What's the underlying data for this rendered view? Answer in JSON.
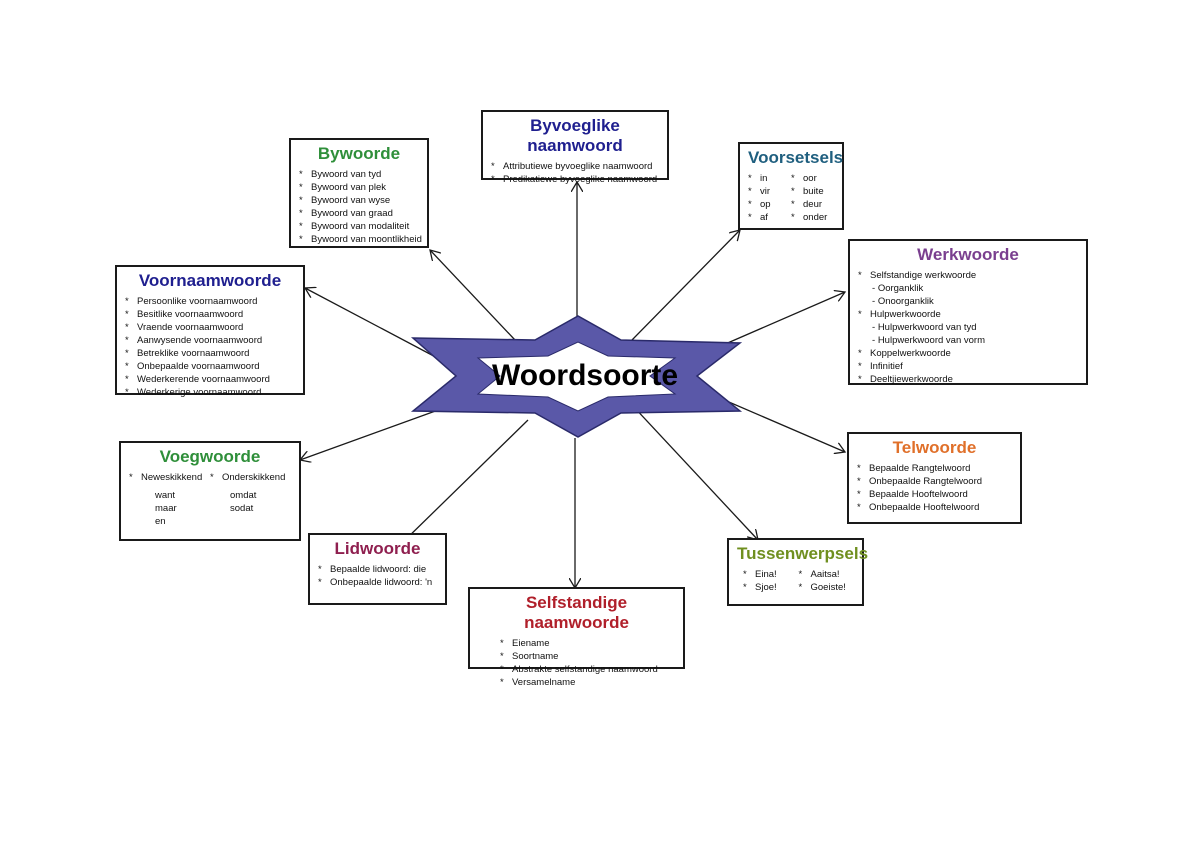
{
  "center": {
    "title": "Woordsoorte",
    "fill": "#5a58a8",
    "inner": "#ffffff"
  },
  "bywoorde": {
    "title": "Bywoorde",
    "color": "#2f8f3a",
    "items": [
      "Bywoord van tyd",
      "Bywoord van plek",
      "Bywoord van wyse",
      "Bywoord van graad",
      "Bywoord van modaliteit",
      "Bywoord van moontlikheid"
    ]
  },
  "byvoeglike": {
    "title": "Byvoeglike naamwoord",
    "color": "#1f1f8f",
    "items": [
      "Attributiewe byvoeglike naamwoord",
      "Predikatiewe byvoeglike naamwoord"
    ]
  },
  "voorsetsels": {
    "title": "Voorsetsels",
    "color": "#1f5f7f",
    "col1": [
      "in",
      "vir",
      "op",
      "af"
    ],
    "col2": [
      "oor",
      "buite",
      "deur",
      "onder"
    ]
  },
  "werkwoorde": {
    "title": "Werkwoorde",
    "color": "#7a3f8f",
    "items": [
      {
        "text": "Selfstandige werkwoorde",
        "sub": false
      },
      {
        "text": "Oorganklik",
        "sub": true
      },
      {
        "text": "Onoorganklik",
        "sub": true
      },
      {
        "text": "Hulpwerkwoorde",
        "sub": false
      },
      {
        "text": "Hulpwerkwoord van tyd",
        "sub": true
      },
      {
        "text": "Hulpwerkwoord van vorm",
        "sub": true
      },
      {
        "text": "Koppelwerkwoorde",
        "sub": false
      },
      {
        "text": "Infinitief",
        "sub": false
      },
      {
        "text": "Deeltjiewerkwoorde",
        "sub": false
      }
    ]
  },
  "voornaamwoorde": {
    "title": "Voornaamwoorde",
    "color": "#1f1f8f",
    "items": [
      "Persoonlike voornaamwoord",
      "Besitlike voornaamwoord",
      "Vraende voornaamwoord",
      "Aanwysende voornaamwoord",
      "Betreklike voornaamwoord",
      "Onbepaalde voornaamwoord",
      "Wederkerende voornaamwoord",
      "Wederkerige voornaamwoord"
    ]
  },
  "telwoorde": {
    "title": "Telwoorde",
    "color": "#e0702a",
    "items": [
      "Bepaalde Rangtelwoord",
      "Onbepaalde Rangtelwoord",
      "Bepaalde Hooftelwoord",
      "Onbepaalde Hooftelwoord"
    ]
  },
  "voegwoorde": {
    "title": "Voegwoorde",
    "color": "#2f8f3a",
    "head1": "Neweskikkend",
    "head2": "Onderskikkend",
    "col1": [
      "want",
      "maar",
      "en"
    ],
    "col2": [
      "omdat",
      "sodat"
    ]
  },
  "lidwoorde": {
    "title": "Lidwoorde",
    "color": "#8f1f4f",
    "items": [
      "Bepaalde lidwoord:  die",
      "Onbepaalde lidwoord:  'n"
    ]
  },
  "selfstandige": {
    "title": "Selfstandige naamwoorde",
    "color": "#b01f2a",
    "items": [
      "Eiename",
      "Soortname",
      "Abstrakte selfstandige naamwoord",
      "Versamelname"
    ]
  },
  "tussenwerpsels": {
    "title": "Tussenwerpsels",
    "color": "#6f8f1f",
    "col1": [
      "Eina!",
      "Sjoe!"
    ],
    "col2": [
      "Aaitsa!",
      "Goeiste!"
    ]
  },
  "bullet": "*"
}
